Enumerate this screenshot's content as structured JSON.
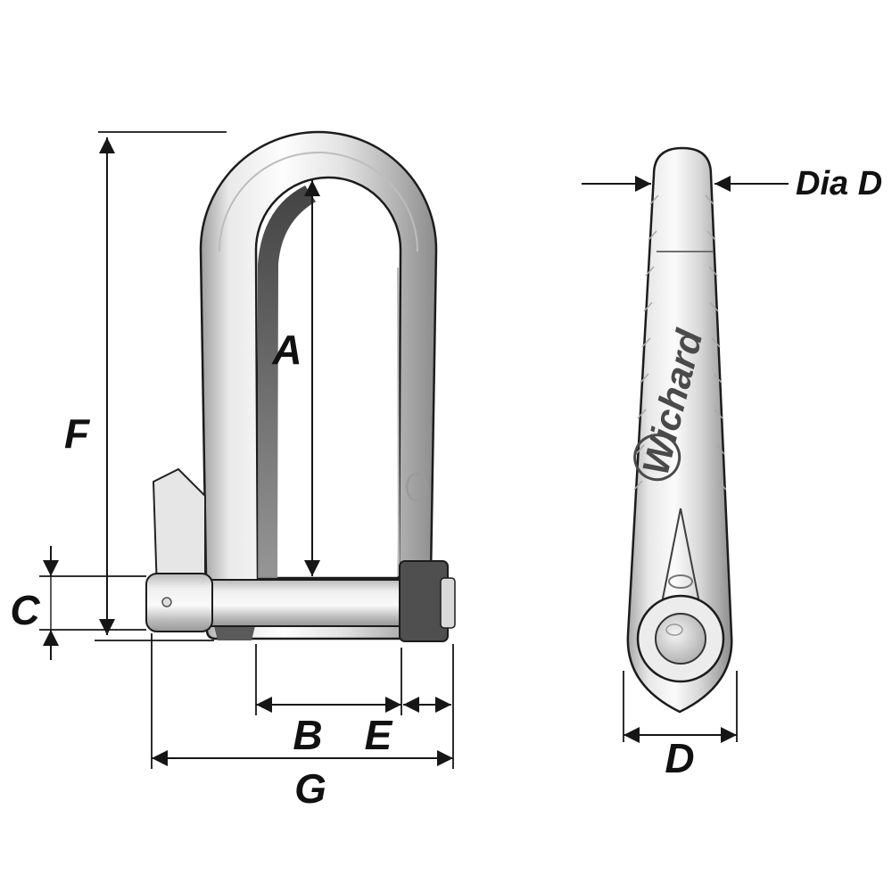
{
  "diagram": {
    "type": "technical-dimension-drawing",
    "subject": "key-pin-shackle-two-views",
    "brand": "Wichard",
    "dimension_labels": {
      "a": "A",
      "b": "B",
      "c": "C",
      "d": "D",
      "e": "E",
      "f": "F",
      "g": "G",
      "dia_d": "Dia D"
    },
    "colors": {
      "background": "#ffffff",
      "line": "#161616",
      "label_text": "#111111",
      "brand_text": "#4a4a4a",
      "metal_light": "#fbfbfb",
      "metal_mid": "#c6c6c6",
      "metal_dark": "#8c8c8c",
      "shadow": "#3a3a3a"
    }
  }
}
